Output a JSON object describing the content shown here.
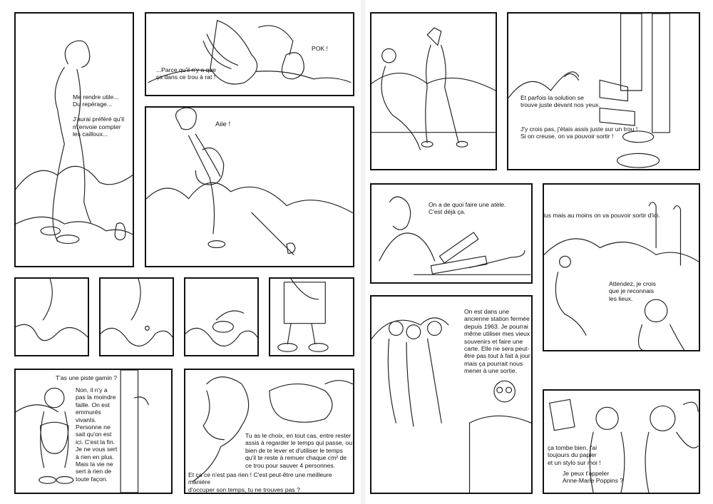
{
  "pages": {
    "left": {
      "p1_text": "Me rendre utile...\nDu repérage...\n\nJ'aurai préféré qu'il\nm'envoie compter\nles cailloux...",
      "p2_text": "...Parce qu'il n'y a que\nça dans ce trou à rat !",
      "p2_sfx": "POK !",
      "p3_text": "Aiie !",
      "p9_text": "T'as une piste gamin ?",
      "p9_reply": "Non, il n'y a\npas la moindre\nfaille. On est\nemmurés\nvivants.\nPersonne ne\nsait qu'on est\nici. C'est la fin.\nJe ne vous sert\nà rien en plus.\nMais la vie ne\nsert à rien de\ntoute façon.",
      "p10_text": "Tu as le choix, en tout cas, entre rester\nassis à regarder le temps qui passe, ou\nbien de te lever et d'utiliser le temps\nqu'il te reste à remuer chaque cm² de\nce trou pour sauver 4 personnes.",
      "p10_text2": "Et ça ce n'est pas rien ! C'est peut-être une meilleure manière\nd'occuper son temps, tu ne trouves pas ?"
    },
    "right": {
      "r2_text": "Et parfois la solution se\ntrouve juste devant nos yeux.",
      "r2_text2": "J'y crois pas, j'étais assis juste sur un trou !\nSi on creuse, on va pouvoir sortir !",
      "r3_text": "On a de quoi faire une atèle.\nC'est déjà ça.",
      "r4_text": "On est toujours perdus mais au moins on va pouvoir sortir d'ici.",
      "r4_text2": "Attendez, je crois\nque je reconnais\nles lieux.",
      "r5_text": "On est dans une\nancienne station fermée\ndepuis 1963. Je pourrai\nmême utiliser mes vieux\nsouvenirs et faire une\ncarte. Elle ne sera peut-\nêtre pas tout à fait à jour\nmais ça pourrait nous\nmener à une sortie.",
      "r6_text": "ça tombe bien, j'ai\ntoujours du papier\net un stylo sur moi !",
      "r6_text2": "Je peux t'appeler\nAnne-Marie Poppins ?"
    }
  }
}
